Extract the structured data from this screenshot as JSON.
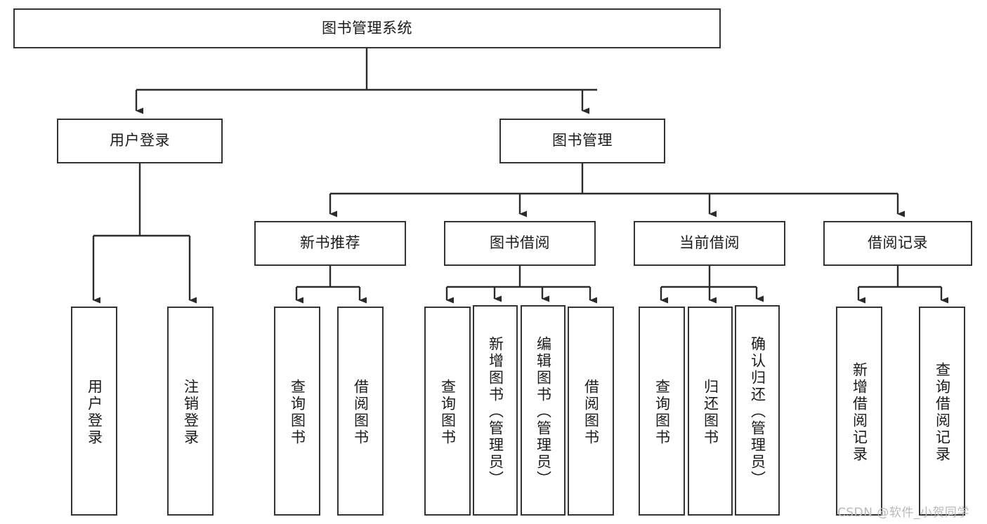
{
  "diagram": {
    "title": "图书管理系统",
    "watermark": "CSDN @软件_小贺同学",
    "line_color": "#333333",
    "box_fill": "#ffffff",
    "text_color": "#1b1b1b",
    "nodes": {
      "root": "图书管理系统",
      "user_login": "用户登录",
      "book_manage": "图书管理",
      "new_book_rec": "新书推荐",
      "book_borrow": "图书借阅",
      "current_borrow": "当前借阅",
      "borrow_record": "借阅记录",
      "leaf_user_login": "用户登录",
      "leaf_user_logout": "注销登录",
      "leaf_query_book_1": "查询图书",
      "leaf_borrow_book_1": "借阅图书",
      "leaf_query_book_2": "查询图书",
      "leaf_add_book_admin": "新增图书（管理员）",
      "leaf_edit_book_admin": "编辑图书（管理员）",
      "leaf_borrow_book_2": "借阅图书",
      "leaf_query_book_3": "查询图书",
      "leaf_return_book": "归还图书",
      "leaf_confirm_return_admin": "确认归还（管理员）",
      "leaf_add_record": "新增借阅记录",
      "leaf_query_record": "查询借阅记录"
    }
  }
}
